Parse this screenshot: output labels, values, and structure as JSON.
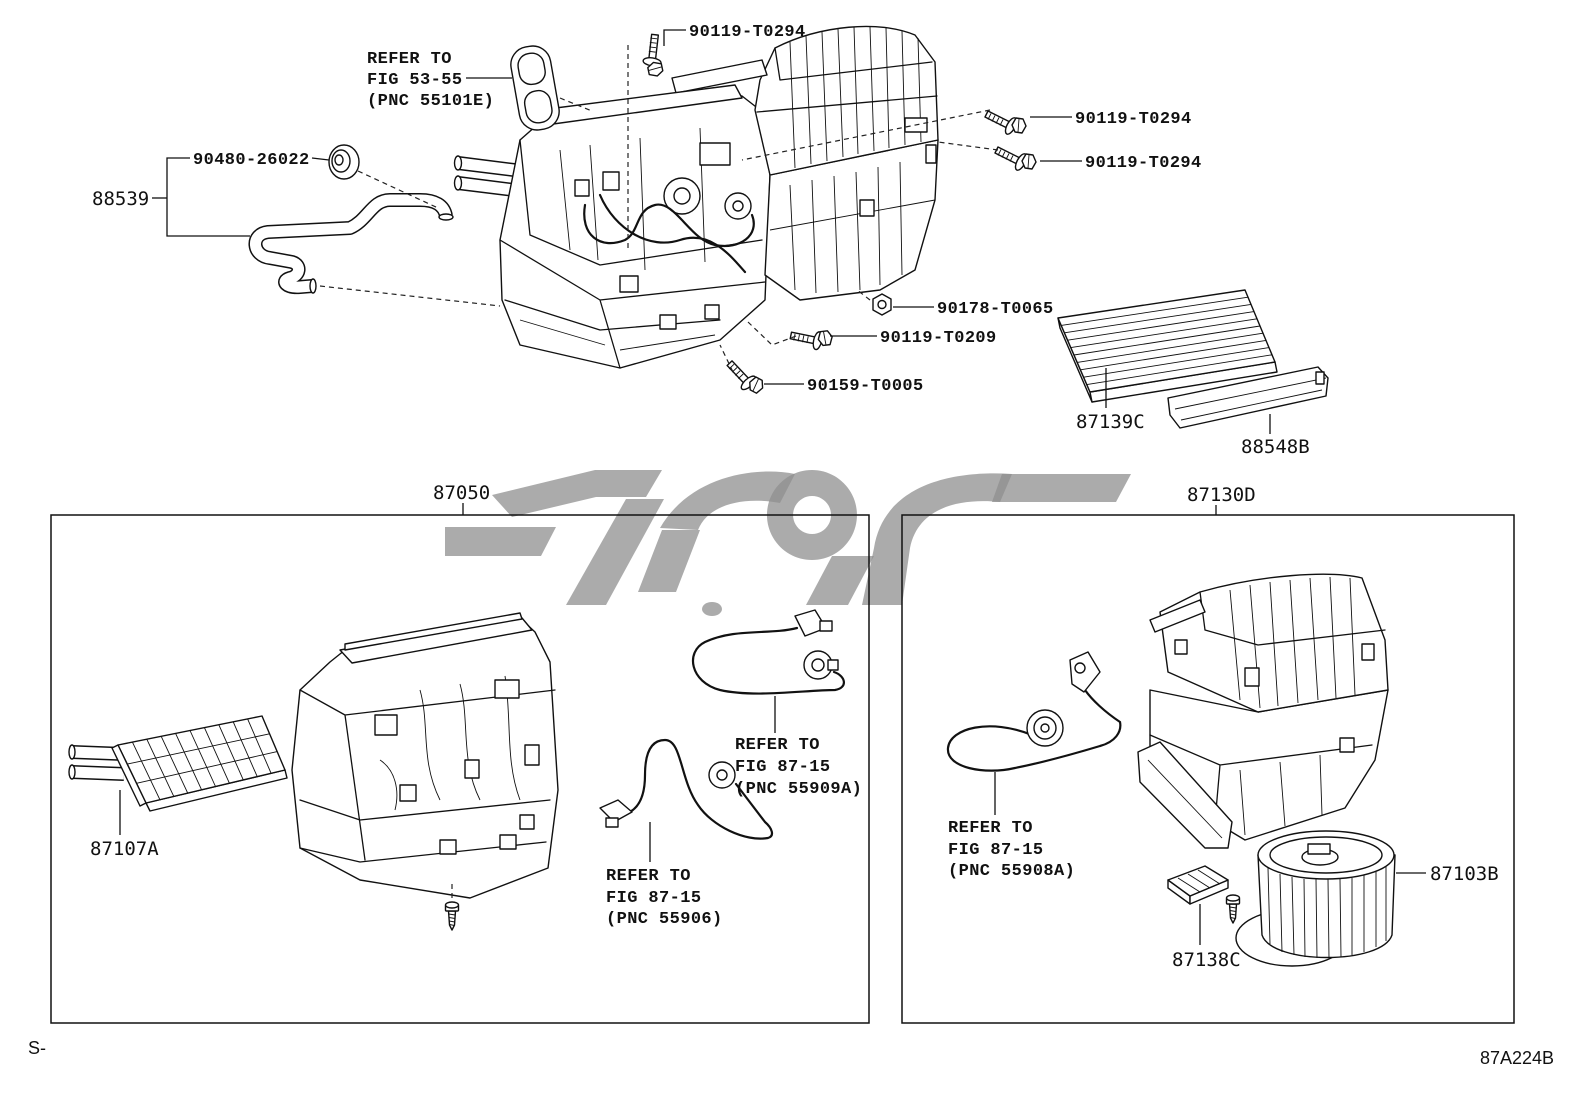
{
  "top_assembly": {
    "bolt_top_label": "90119-T0294",
    "seal_reference": [
      "REFER TO",
      "FIG 53-55",
      "(PNC 55101E)"
    ],
    "grommet_label": "90480-26022",
    "hose_label": "88539",
    "bolt_right_upper_label": "90119-T0294",
    "bolt_right_lower_label": "90119-T0294",
    "nut_label": "90178-T0065",
    "bolt_lower_label": "90119-T0209",
    "bolt_bottom_label": "90159-T0005",
    "filter_label": "87139C",
    "filter_cover_label": "88548B"
  },
  "heater_unit_box": {
    "title": "87050",
    "heater_core_label": "87107A",
    "harness_a_reference": [
      "REFER TO",
      "FIG 87-15",
      "(PNC 55909A)"
    ],
    "harness_b_reference": [
      "REFER TO",
      "FIG 87-15",
      "(PNC 55906)"
    ]
  },
  "blower_unit_box": {
    "title": "87130D",
    "harness_reference": [
      "REFER TO",
      "FIG 87-15",
      "(PNC 55908A)"
    ],
    "blower_motor_label": "87103B",
    "resistor_label": "87138C"
  },
  "footer": {
    "left_mark": "S-",
    "figure_code": "87A224B"
  },
  "colors": {
    "line": "#111111",
    "watermark": "#8f8f8f",
    "background": "#ffffff"
  },
  "icons": [
    "bolt-icon",
    "nut-icon",
    "screw-icon",
    "grommet-icon",
    "connector-icon"
  ]
}
